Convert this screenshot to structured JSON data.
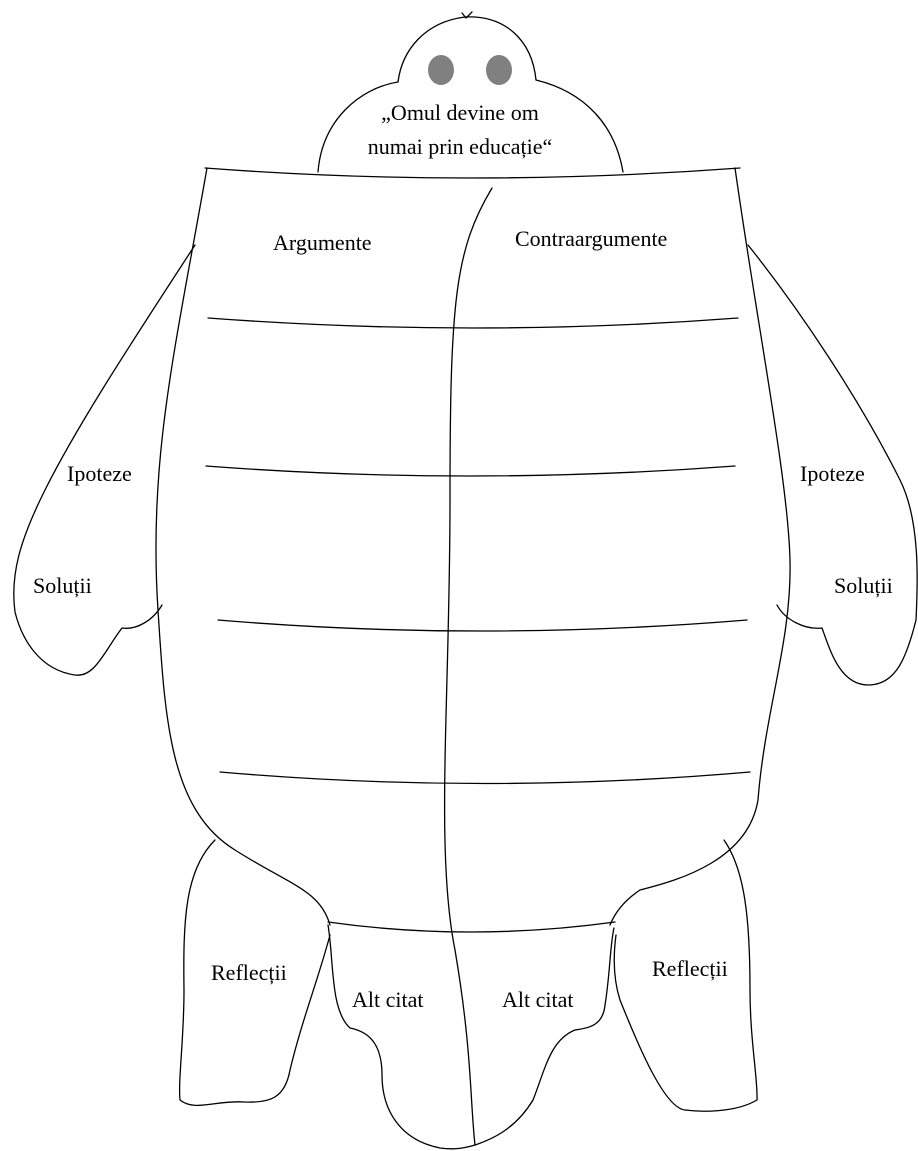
{
  "figure": {
    "quote_line_1": "„Omul devine om",
    "quote_line_2": "numai prin educație“",
    "col_left_header": "Argumente",
    "col_right_header": "Contraargumente",
    "arm_left": {
      "top_label": "Ipoteze",
      "bottom_label": "Soluții"
    },
    "arm_right": {
      "top_label": "Ipoteze",
      "bottom_label": "Soluții"
    },
    "leg_left_outer": "Reflecții",
    "leg_left_inner": "Alt citat",
    "leg_right_inner": "Alt citat",
    "leg_right_outer": "Reflecții"
  },
  "colors": {
    "stroke": "#000000",
    "eyes": "#808080",
    "background": "#ffffff"
  }
}
